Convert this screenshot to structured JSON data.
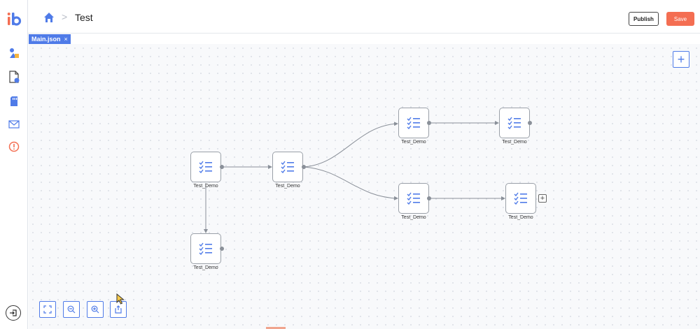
{
  "app": {
    "logo_text": "ib",
    "colors": {
      "brand_blue": "#4f7be8",
      "brand_orange": "#f46e52"
    }
  },
  "sidebar": {
    "items": [
      {
        "icon": "shapes-icon"
      },
      {
        "icon": "document-info-icon"
      },
      {
        "icon": "sd-card-icon"
      },
      {
        "icon": "mail-icon"
      },
      {
        "icon": "alert-circle-icon"
      }
    ],
    "exit_icon": "exit-icon"
  },
  "header": {
    "breadcrumb_sep": ">",
    "title": "Test",
    "publish_label": "Publish",
    "save_label": "Save"
  },
  "tab": {
    "name": "Main.json",
    "close": "×"
  },
  "flow": {
    "nodes": [
      {
        "id": "n1",
        "label": "Test_Demo"
      },
      {
        "id": "n2",
        "label": "Test_Demo"
      },
      {
        "id": "n3",
        "label": "Test_Demo"
      },
      {
        "id": "n4",
        "label": "Test_Demo"
      },
      {
        "id": "n5",
        "label": "Test_Demo"
      },
      {
        "id": "n6",
        "label": "Test_Demo"
      },
      {
        "id": "n7",
        "label": "Test_Demo"
      }
    ],
    "edges": [
      [
        "n1",
        "n2"
      ],
      [
        "n2",
        "n3"
      ],
      [
        "n3",
        "n4"
      ],
      [
        "n2",
        "n5"
      ],
      [
        "n5",
        "n6"
      ],
      [
        "n1",
        "n7"
      ]
    ],
    "add_node_symbol": "+"
  },
  "canvas": {
    "add_symbol": "+",
    "controls": [
      "fit-view-icon",
      "zoom-out-icon",
      "zoom-in-icon",
      "export-icon"
    ]
  }
}
